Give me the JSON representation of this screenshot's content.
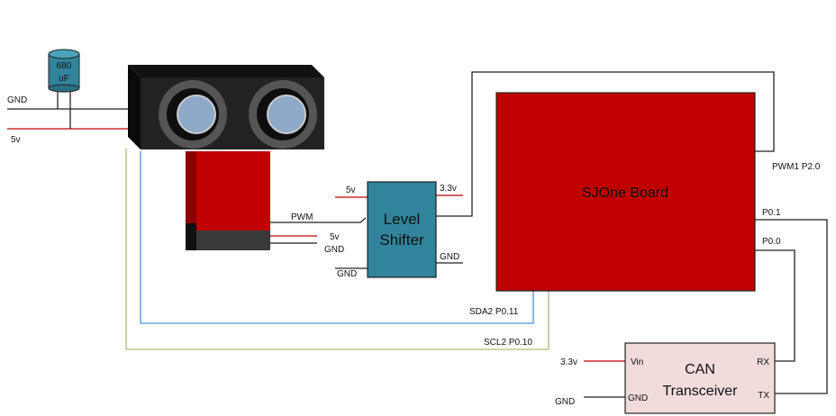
{
  "capacitor": {
    "line1": "680",
    "line2": "uF"
  },
  "power_left": {
    "gnd": "GND",
    "v5": "5v"
  },
  "sensor_pins": {
    "pwm": "PWM",
    "v5": "5v",
    "gnd": "GND"
  },
  "level_shifter": {
    "line1": "Level",
    "line2": "Shifter",
    "in_5v": "5v",
    "in_gnd": "GND",
    "out_33v": "3.3v",
    "out_gnd": "GND"
  },
  "sjone": {
    "label": "SJOne Board",
    "pwm1": "PWM1 P2.0",
    "p01": "P0.1",
    "p00": "P0.0",
    "sda2": "SDA2 P0.11",
    "scl2": "SCL2 P0.10"
  },
  "can": {
    "line1": "CAN",
    "line2": "Transceiver",
    "vin": "Vin",
    "gnd": "GND",
    "rx": "RX",
    "tx": "TX",
    "ext_33v": "3.3v",
    "ext_gnd": "GND"
  },
  "colors": {
    "board_red": "#c00000",
    "shifter_teal": "#31849b",
    "can_fill": "#f2dcdb",
    "wire_red": "#c00000",
    "wire_blue": "#4a90d9",
    "wire_olive": "#b7b77a"
  }
}
